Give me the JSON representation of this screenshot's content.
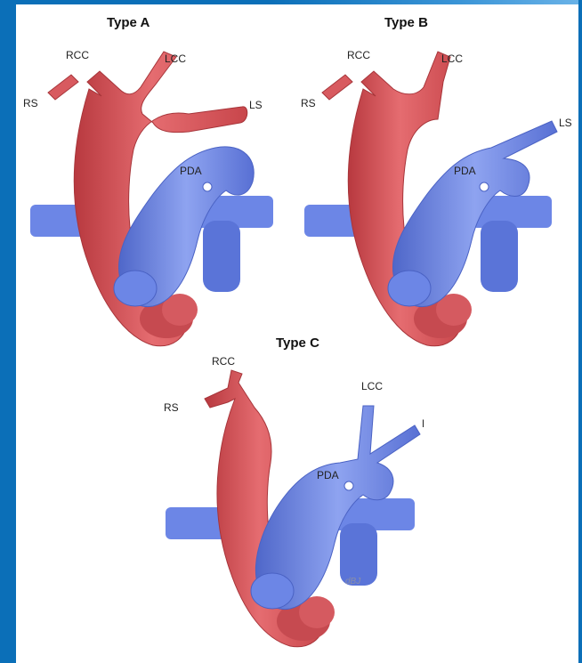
{
  "panels": {
    "a": {
      "title": "Type A",
      "rs": "RS",
      "rcc": "RCC",
      "lcc": "LCC",
      "ls": "LS",
      "pda": "PDA"
    },
    "b": {
      "title": "Type B",
      "rs": "RS",
      "rcc": "RCC",
      "lcc": "LCC",
      "ls": "LS",
      "pda": "PDA"
    },
    "c": {
      "title": "Type C",
      "rs": "RS",
      "rcc": "RCC",
      "lcc": "LCC",
      "ls": "LS",
      "pda": "PDA",
      "signature": "dBJ"
    }
  },
  "colors": {
    "frame": "#0b6fb8",
    "aorta": "#d85a5f",
    "aorta_dark": "#b8393f",
    "aorta_light": "#f08a8e",
    "pulmonary": "#6c86e6",
    "pulmonary_dark": "#4f67c9",
    "pulmonary_light": "#9aaef2"
  }
}
